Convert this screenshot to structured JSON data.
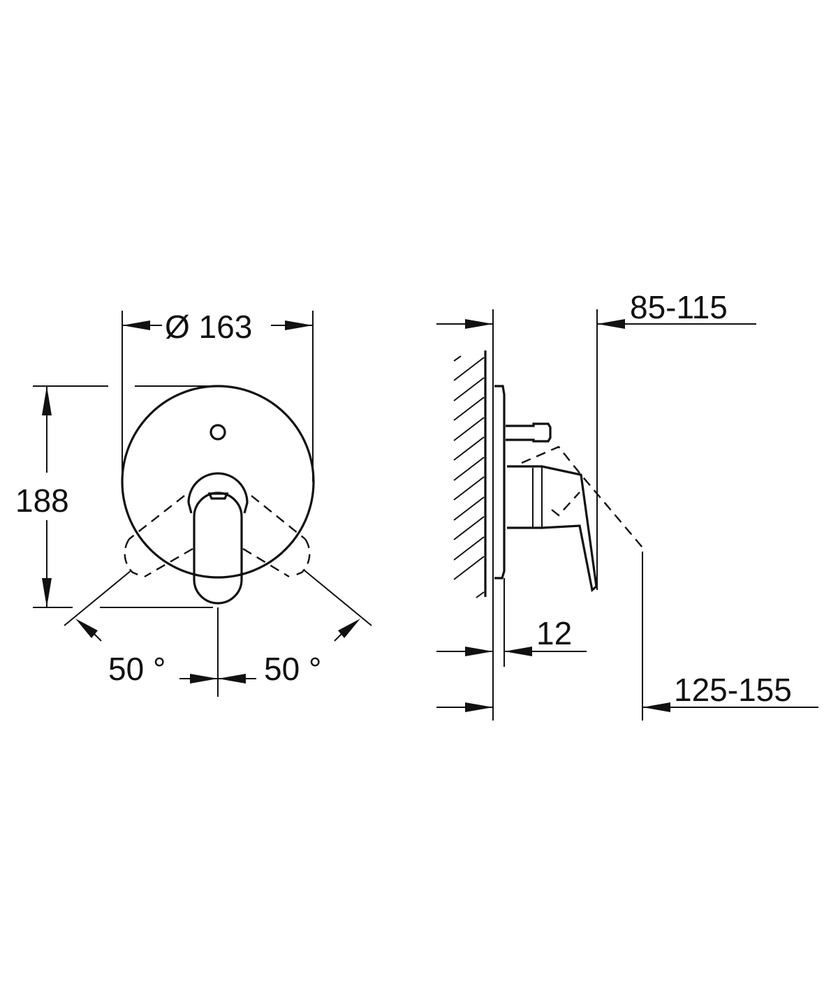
{
  "drawing": {
    "front_view": {
      "diameter_label": "Ø 163",
      "height_label": "188",
      "angle_left_label": "50 °",
      "angle_right_label": "50 °"
    },
    "side_view": {
      "projection_label": "85-115",
      "plate_thickness_label": "12",
      "lever_projection_label": "125-155"
    },
    "colors": {
      "line": "#111111",
      "background": "#ffffff"
    }
  }
}
